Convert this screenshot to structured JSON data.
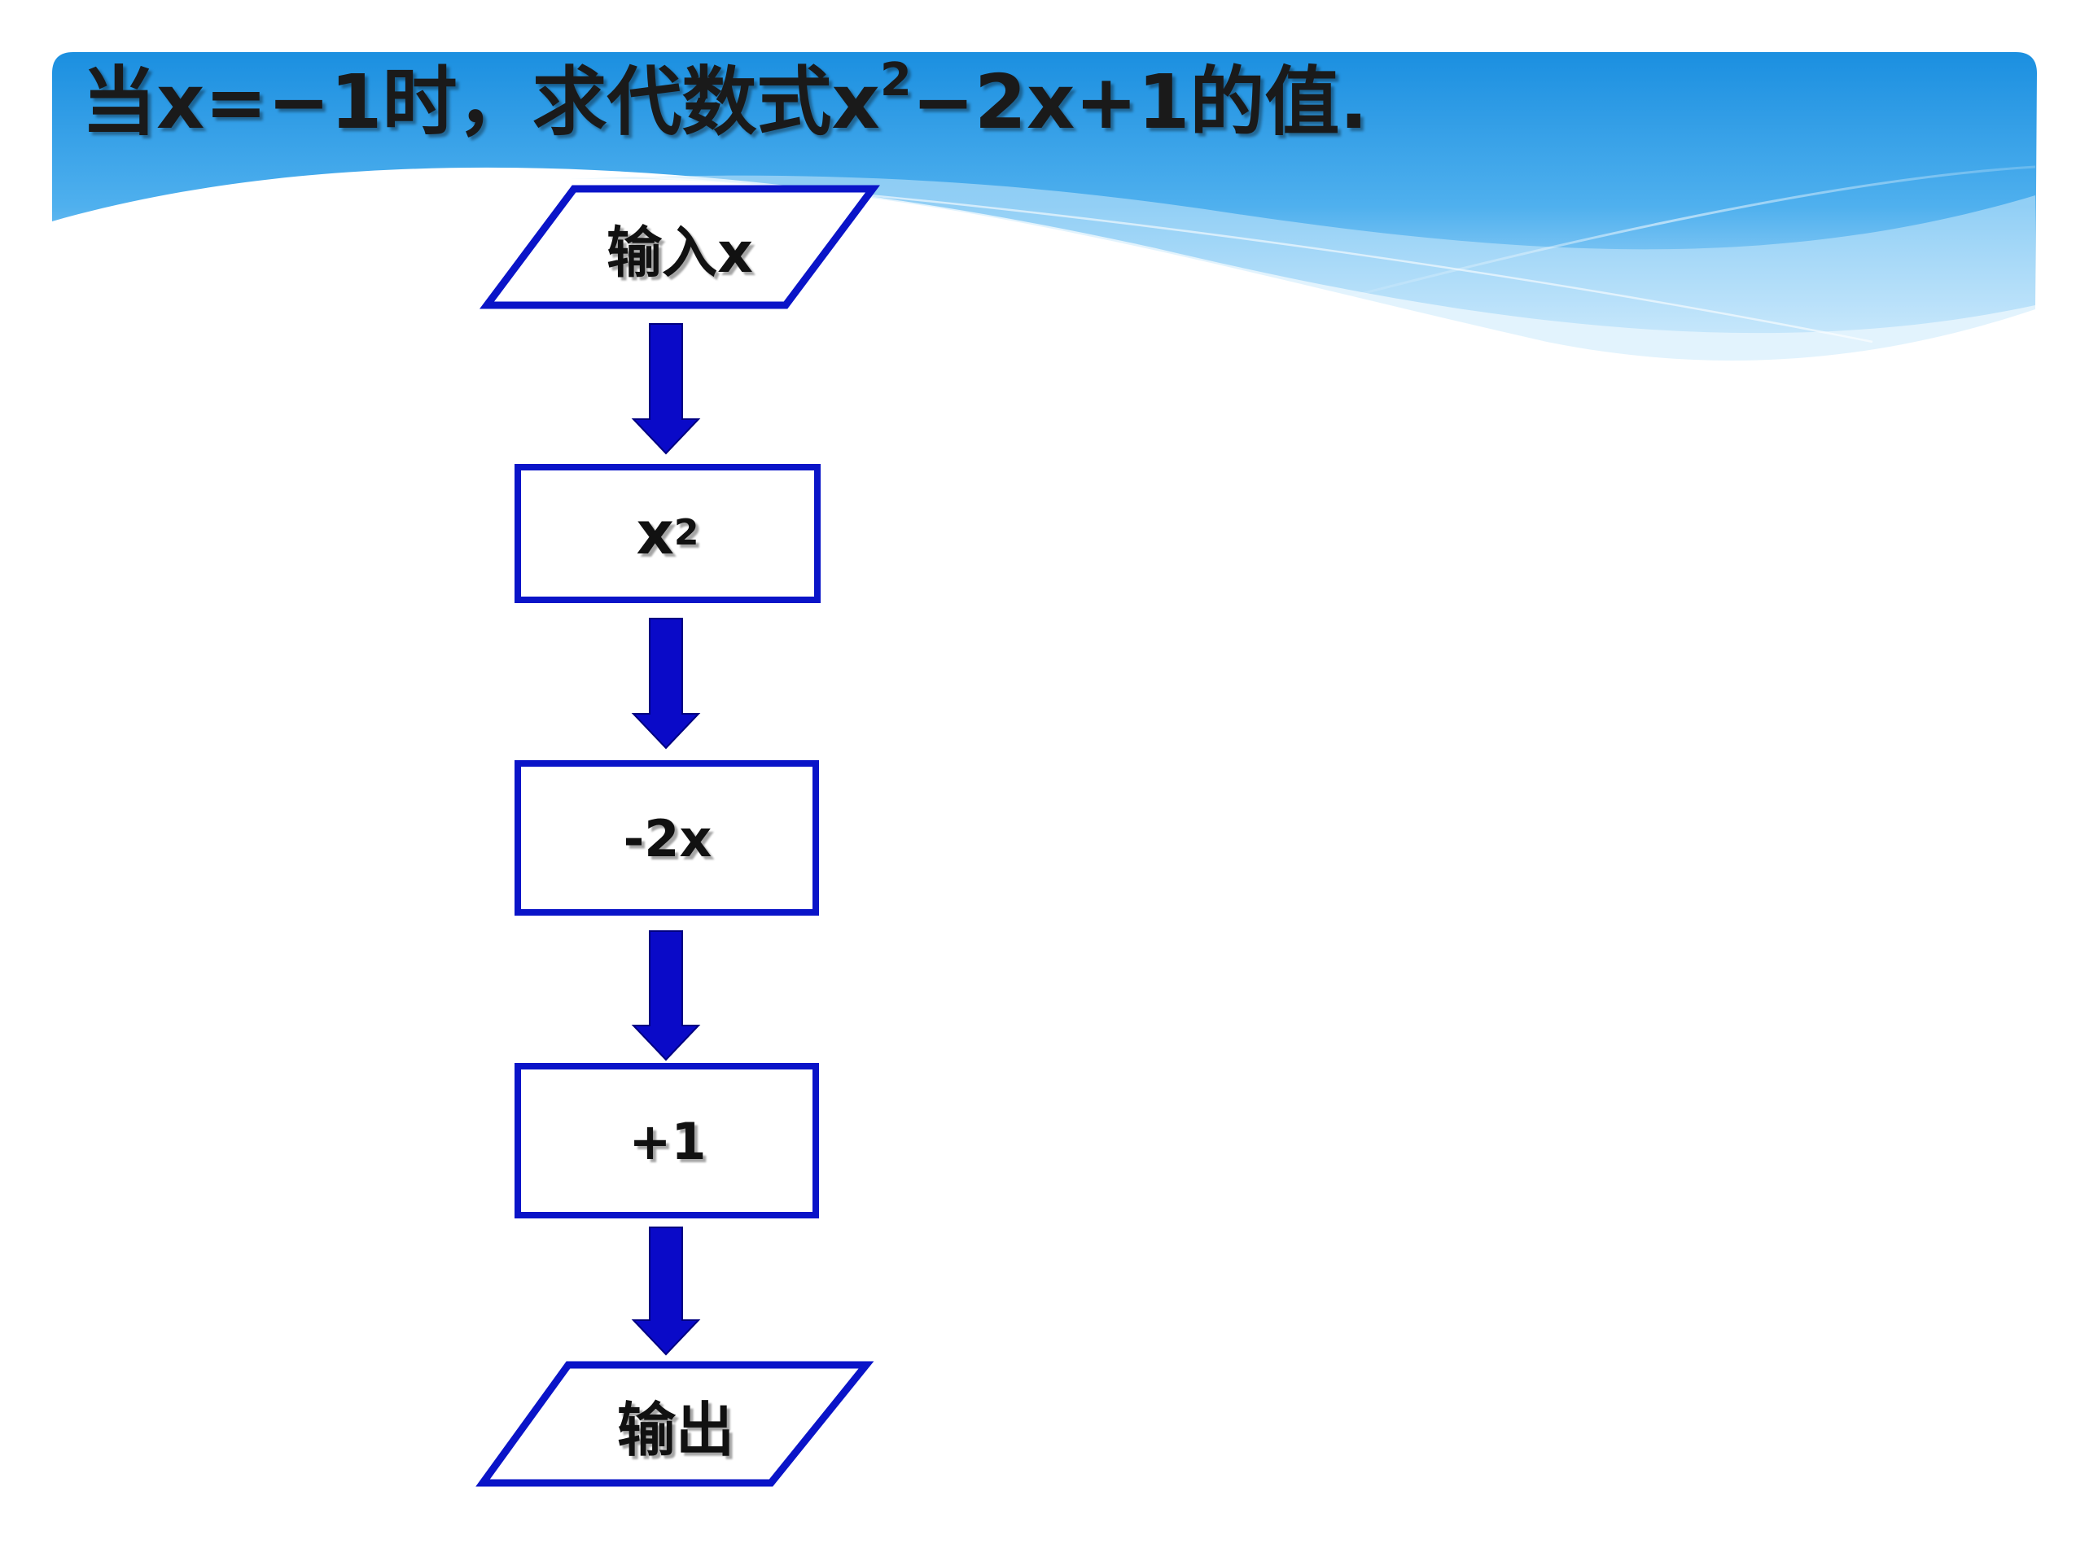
{
  "slide": {
    "title_prefix": "当x=−1时，求代数式x",
    "title_exponent": "2",
    "title_suffix": "−2x+1的值."
  },
  "flowchart": {
    "nodes": [
      {
        "id": "input",
        "shape": "parallelogram",
        "text": "输入x"
      },
      {
        "id": "square",
        "shape": "rectangle",
        "text": "x",
        "superscript": "2"
      },
      {
        "id": "minus2x",
        "shape": "rectangle",
        "text": "-2x"
      },
      {
        "id": "plus1",
        "shape": "rectangle",
        "text": "+1"
      },
      {
        "id": "output",
        "shape": "parallelogram",
        "text": "输出"
      }
    ],
    "arrow_direction": "down"
  },
  "colors": {
    "node_border": "#0a14c8",
    "arrow_fill": "#0a0ac8",
    "header_blue": "#1b8fe0",
    "header_light": "#bfe3fb"
  }
}
